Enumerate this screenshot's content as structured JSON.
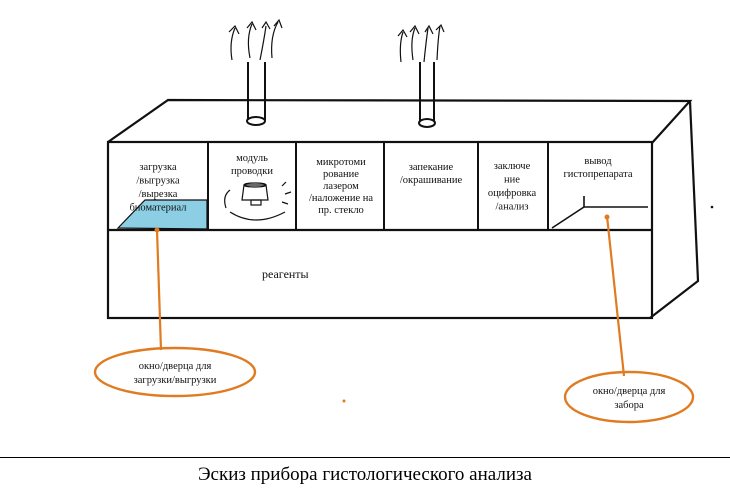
{
  "diagram": {
    "compartments": [
      {
        "id": "loading",
        "lines": [
          "загрузка",
          "/выгрузка",
          "/вырезка",
          "биоматериал"
        ]
      },
      {
        "id": "processing",
        "lines": [
          "модуль",
          "проводки"
        ]
      },
      {
        "id": "microtomy",
        "lines": [
          "микротоми",
          "рование",
          "лазером",
          "/наложение на",
          "пр. стекло"
        ]
      },
      {
        "id": "baking",
        "lines": [
          "запекание",
          "/окрашивание"
        ]
      },
      {
        "id": "conclusion",
        "lines": [
          "заключе",
          "ние",
          "оцифровка",
          "/анализ"
        ]
      },
      {
        "id": "output",
        "lines": [
          "вывод",
          "гистопрепарата"
        ]
      }
    ],
    "reagents_label": "реагенты",
    "callouts": {
      "load_window": [
        "окно/дверца для",
        "загрузки/выгрузки"
      ],
      "pickup_window": [
        "окно/дверца для",
        "забора"
      ]
    },
    "colors": {
      "ink": "#111111",
      "callout_orange": "#e07b22",
      "tray_blue": "#8ccfe4"
    }
  },
  "caption": "Эскиз прибора гистологического анализа"
}
